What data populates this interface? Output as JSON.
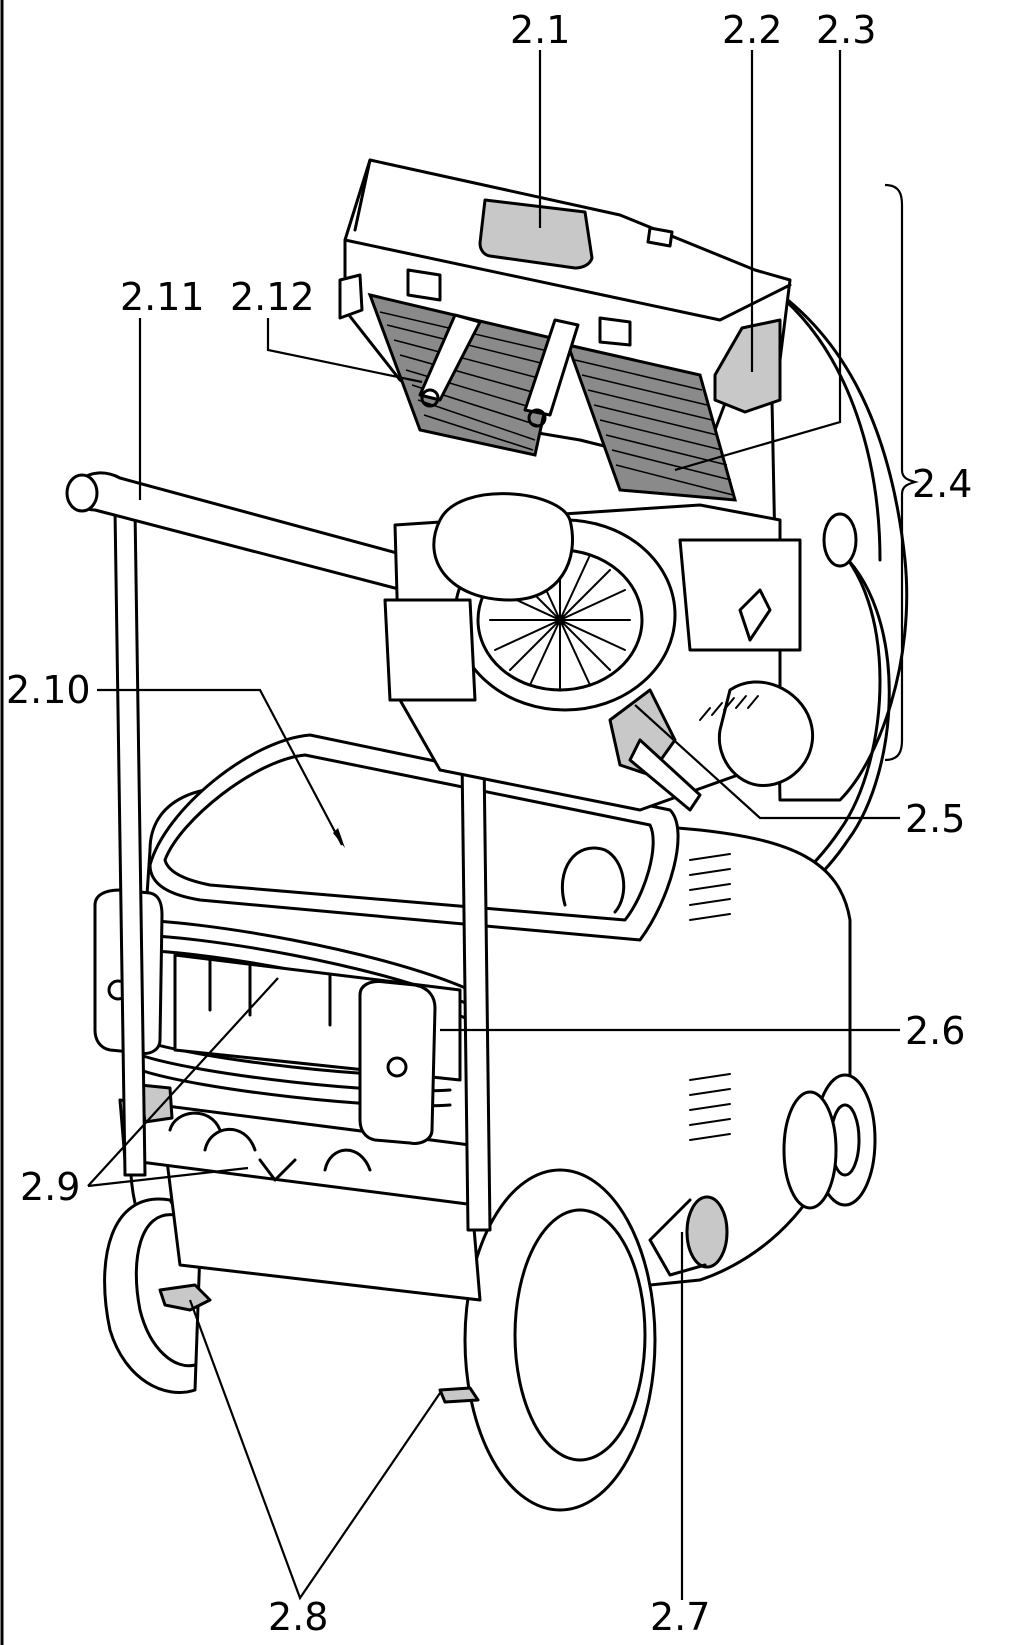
{
  "labels": {
    "l2_1": "2.1",
    "l2_2": "2.2",
    "l2_3": "2.3",
    "l2_4": "2.4",
    "l2_5": "2.5",
    "l2_6": "2.6",
    "l2_7": "2.7",
    "l2_8": "2.8",
    "l2_9": "2.9",
    "l2_10": "2.10",
    "l2_11": "2.11",
    "l2_12": "2.12"
  }
}
